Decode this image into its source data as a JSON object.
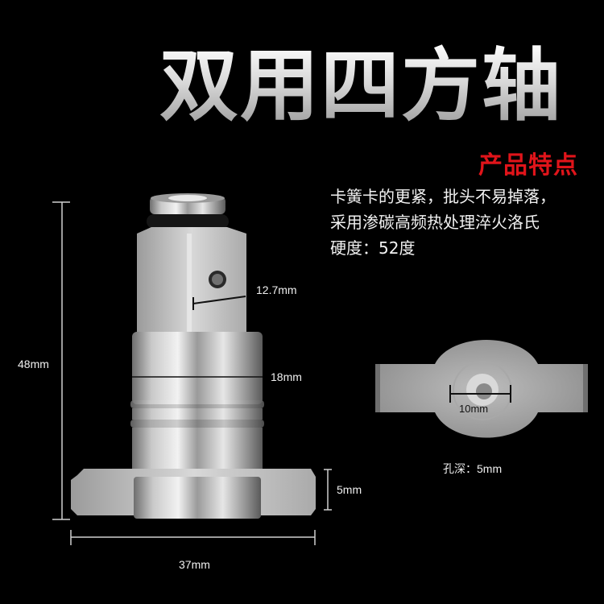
{
  "title": "双用四方轴",
  "features": {
    "heading": "产品特点",
    "lines": [
      "卡簧卡的更紧，批头不易掉落，",
      "采用渗碳高频热处理淬火洛氏",
      "硬度：52度"
    ]
  },
  "dimensions": {
    "height": "48mm",
    "square_drive": "12.7mm",
    "body_diameter": "18mm",
    "flange_thickness": "5mm",
    "flange_width": "37mm",
    "hole_diameter": "10mm",
    "hole_depth": "孔深：5mm"
  },
  "colors": {
    "background": "#000000",
    "accent_red": "#e0141a",
    "text": "#f2f2f2",
    "metal": "#b8b8b8"
  }
}
